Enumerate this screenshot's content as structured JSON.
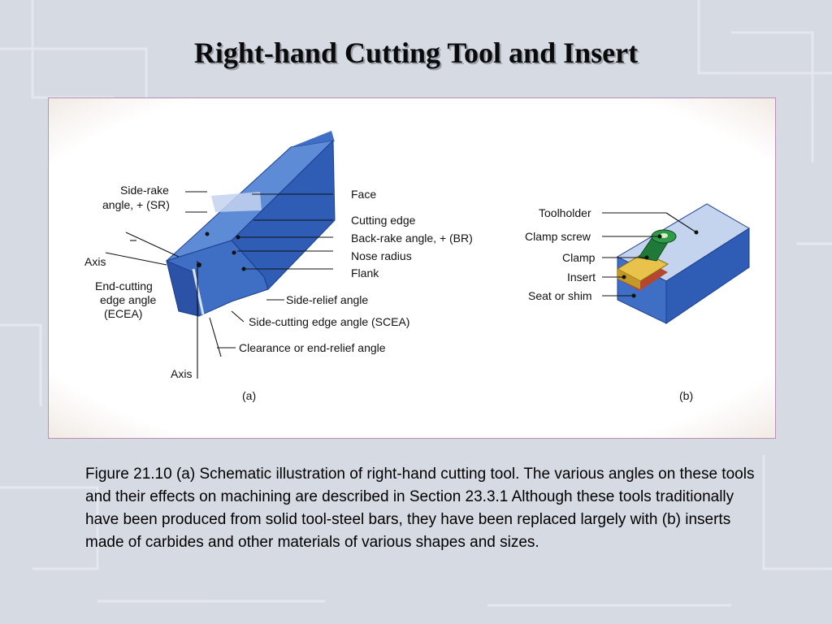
{
  "slide": {
    "title": "Right-hand Cutting Tool and Insert"
  },
  "figure_a": {
    "labels": {
      "side_rake_line1": "Side-rake",
      "side_rake_line2": "angle, + (SR)",
      "axis_top": "Axis",
      "ecea_line1": "End-cutting",
      "ecea_line2": "edge angle",
      "ecea_line3": "(ECEA)",
      "axis_bottom": "Axis",
      "face": "Face",
      "cutting_edge": "Cutting edge",
      "back_rake": "Back-rake angle, + (BR)",
      "nose_radius": "Nose radius",
      "flank": "Flank",
      "side_relief": "Side-relief angle",
      "scea": "Side-cutting edge angle (SCEA)",
      "clearance": "Clearance or end-relief angle",
      "panel": "(a)"
    }
  },
  "figure_b": {
    "labels": {
      "toolholder": "Toolholder",
      "clamp_screw": "Clamp screw",
      "clamp": "Clamp",
      "insert": "Insert",
      "seat": "Seat or shim",
      "panel": "(b)"
    }
  },
  "caption": {
    "text": "Figure 21.10  (a)  Schematic illustration of right-hand cutting tool.  The various angles on these tools and their effects on machining are described in Section 23.3.1  Although these tools traditionally have been produced from solid tool-steel bars, they have been replaced largely with (b) inserts made of carbides and other materials of various shapes and sizes."
  },
  "colors": {
    "tool_blue": "#3f6fc4",
    "tool_dark": "#1f46a0",
    "insert_gold": "#e0b43a",
    "clamp_green": "#1f7a3a",
    "holder_light": "#c5d4ee"
  }
}
